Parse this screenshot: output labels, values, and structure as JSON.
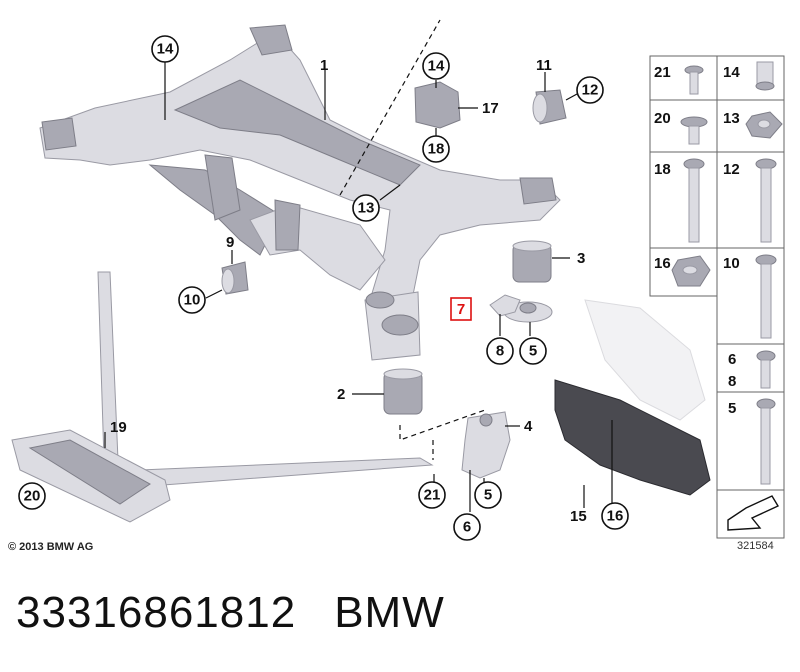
{
  "diagram": {
    "highlighted_part": "7",
    "callouts": {
      "c14_top": "14",
      "c1": "1",
      "c14_mid": "14",
      "c17": "17",
      "c18_mid": "18",
      "c11": "11",
      "c12": "12",
      "c13": "13",
      "c9": "9",
      "c10": "10",
      "c3": "3",
      "c7": "7",
      "c8": "8",
      "c5_mid": "5",
      "c2": "2",
      "c4": "4",
      "c19": "19",
      "c20": "20",
      "c21": "21",
      "c5_low": "5",
      "c6": "6",
      "c15": "15",
      "c16": "16"
    },
    "legend": [
      {
        "num": "21",
        "icon": "small-bolt-icon"
      },
      {
        "num": "14",
        "icon": "sleeve-nut-icon"
      },
      {
        "num": "20",
        "icon": "flange-screw-icon"
      },
      {
        "num": "13",
        "icon": "hex-nut-icon"
      },
      {
        "num": "18",
        "icon": "long-bolt-icon"
      },
      {
        "num": "12",
        "icon": "long-bolt-icon"
      },
      {
        "num": "16",
        "icon": "flange-nut-icon"
      },
      {
        "num": "10",
        "icon": "extra-long-bolt-icon"
      },
      {
        "num": "6",
        "icon": "short-bolt-icon"
      },
      {
        "num": "8",
        "icon": ""
      },
      {
        "num": "5",
        "icon": "long-bolt-icon"
      }
    ]
  },
  "copyright": "© 2013 BMW AG",
  "diagram_number": "321584",
  "footer": {
    "part_number": "33316861812",
    "brand": "BMW"
  }
}
